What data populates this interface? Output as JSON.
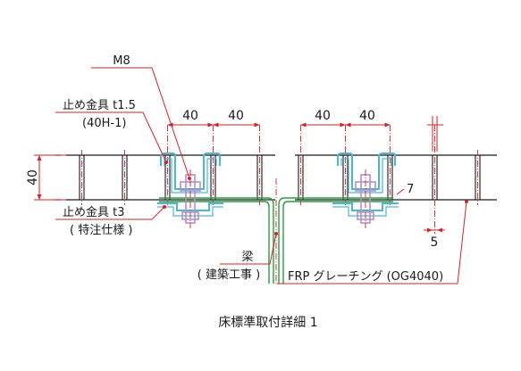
{
  "dimensions": {
    "pitch_a1": "40",
    "pitch_a2": "40",
    "pitch_b1": "40",
    "pitch_b2": "40",
    "height": "40",
    "bar_thickness": "5",
    "detail_number": "7"
  },
  "labels": {
    "bolt": "M8",
    "clip_upper_name": "止め金具 t1.5",
    "clip_upper_code": "(40H-1)",
    "clip_lower_name": "止め金具 t3",
    "clip_lower_note": "( 特注仕様 )",
    "beam_name": "梁",
    "beam_note": "( 建築工事 )",
    "grating": "FRP グレーチング (OG4040)"
  },
  "caption": "床標準取付詳細 1",
  "colors": {
    "leader": "#d1232a",
    "clip_upper": "#4fb6cf",
    "clip_lower": "#4fb6cf",
    "bolt": "#b58fc4",
    "beam": "#2e9b47",
    "bars": "#1a1a1a"
  }
}
